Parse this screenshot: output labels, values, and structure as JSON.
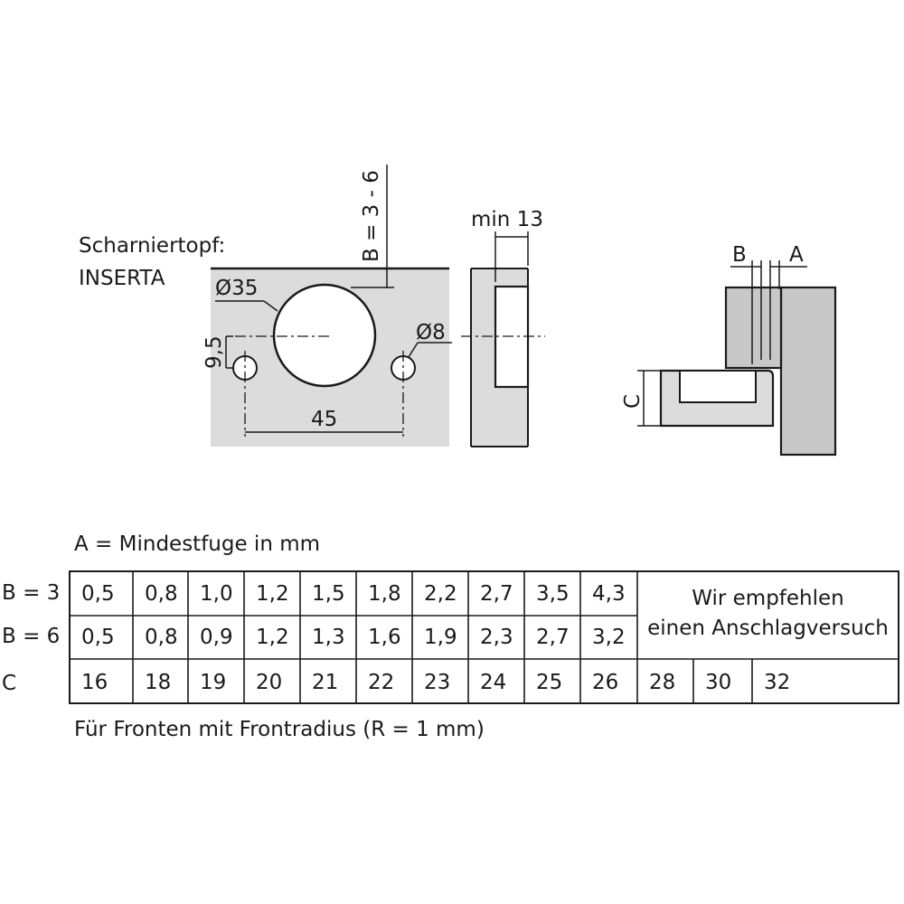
{
  "cup_label": [
    "Scharniertopf:",
    "INSERTA"
  ],
  "dimensions": {
    "bore_diameter": "Ø35",
    "screw_hole_diameter": "Ø8",
    "hole_spacing": "45",
    "hole_offset": "9,5",
    "edge_distance": "B = 3 - 6",
    "min_thickness": "min 13",
    "side_b": "B",
    "side_a": "A",
    "overlay": "C"
  },
  "table": {
    "caption": "A = Mindestfuge in mm",
    "rows": [
      {
        "label": "B = 3",
        "values": [
          "0,5",
          "0,8",
          "1,0",
          "1,2",
          "1,5",
          "1,8",
          "2,2",
          "2,7",
          "3,5",
          "4,3"
        ]
      },
      {
        "label": "B = 6",
        "values": [
          "0,5",
          "0,8",
          "0,9",
          "1,2",
          "1,3",
          "1,6",
          "1,9",
          "2,3",
          "2,7",
          "3,2"
        ]
      },
      {
        "label": "C",
        "values": [
          "16",
          "18",
          "19",
          "20",
          "21",
          "22",
          "23",
          "24",
          "25",
          "26",
          "28",
          "30",
          "32"
        ]
      }
    ],
    "recommendation": [
      "Wir empfehlen",
      "einen Anschlagversuch"
    ],
    "footnote": "Für Fronten mit Frontradius (R = 1 mm)"
  }
}
